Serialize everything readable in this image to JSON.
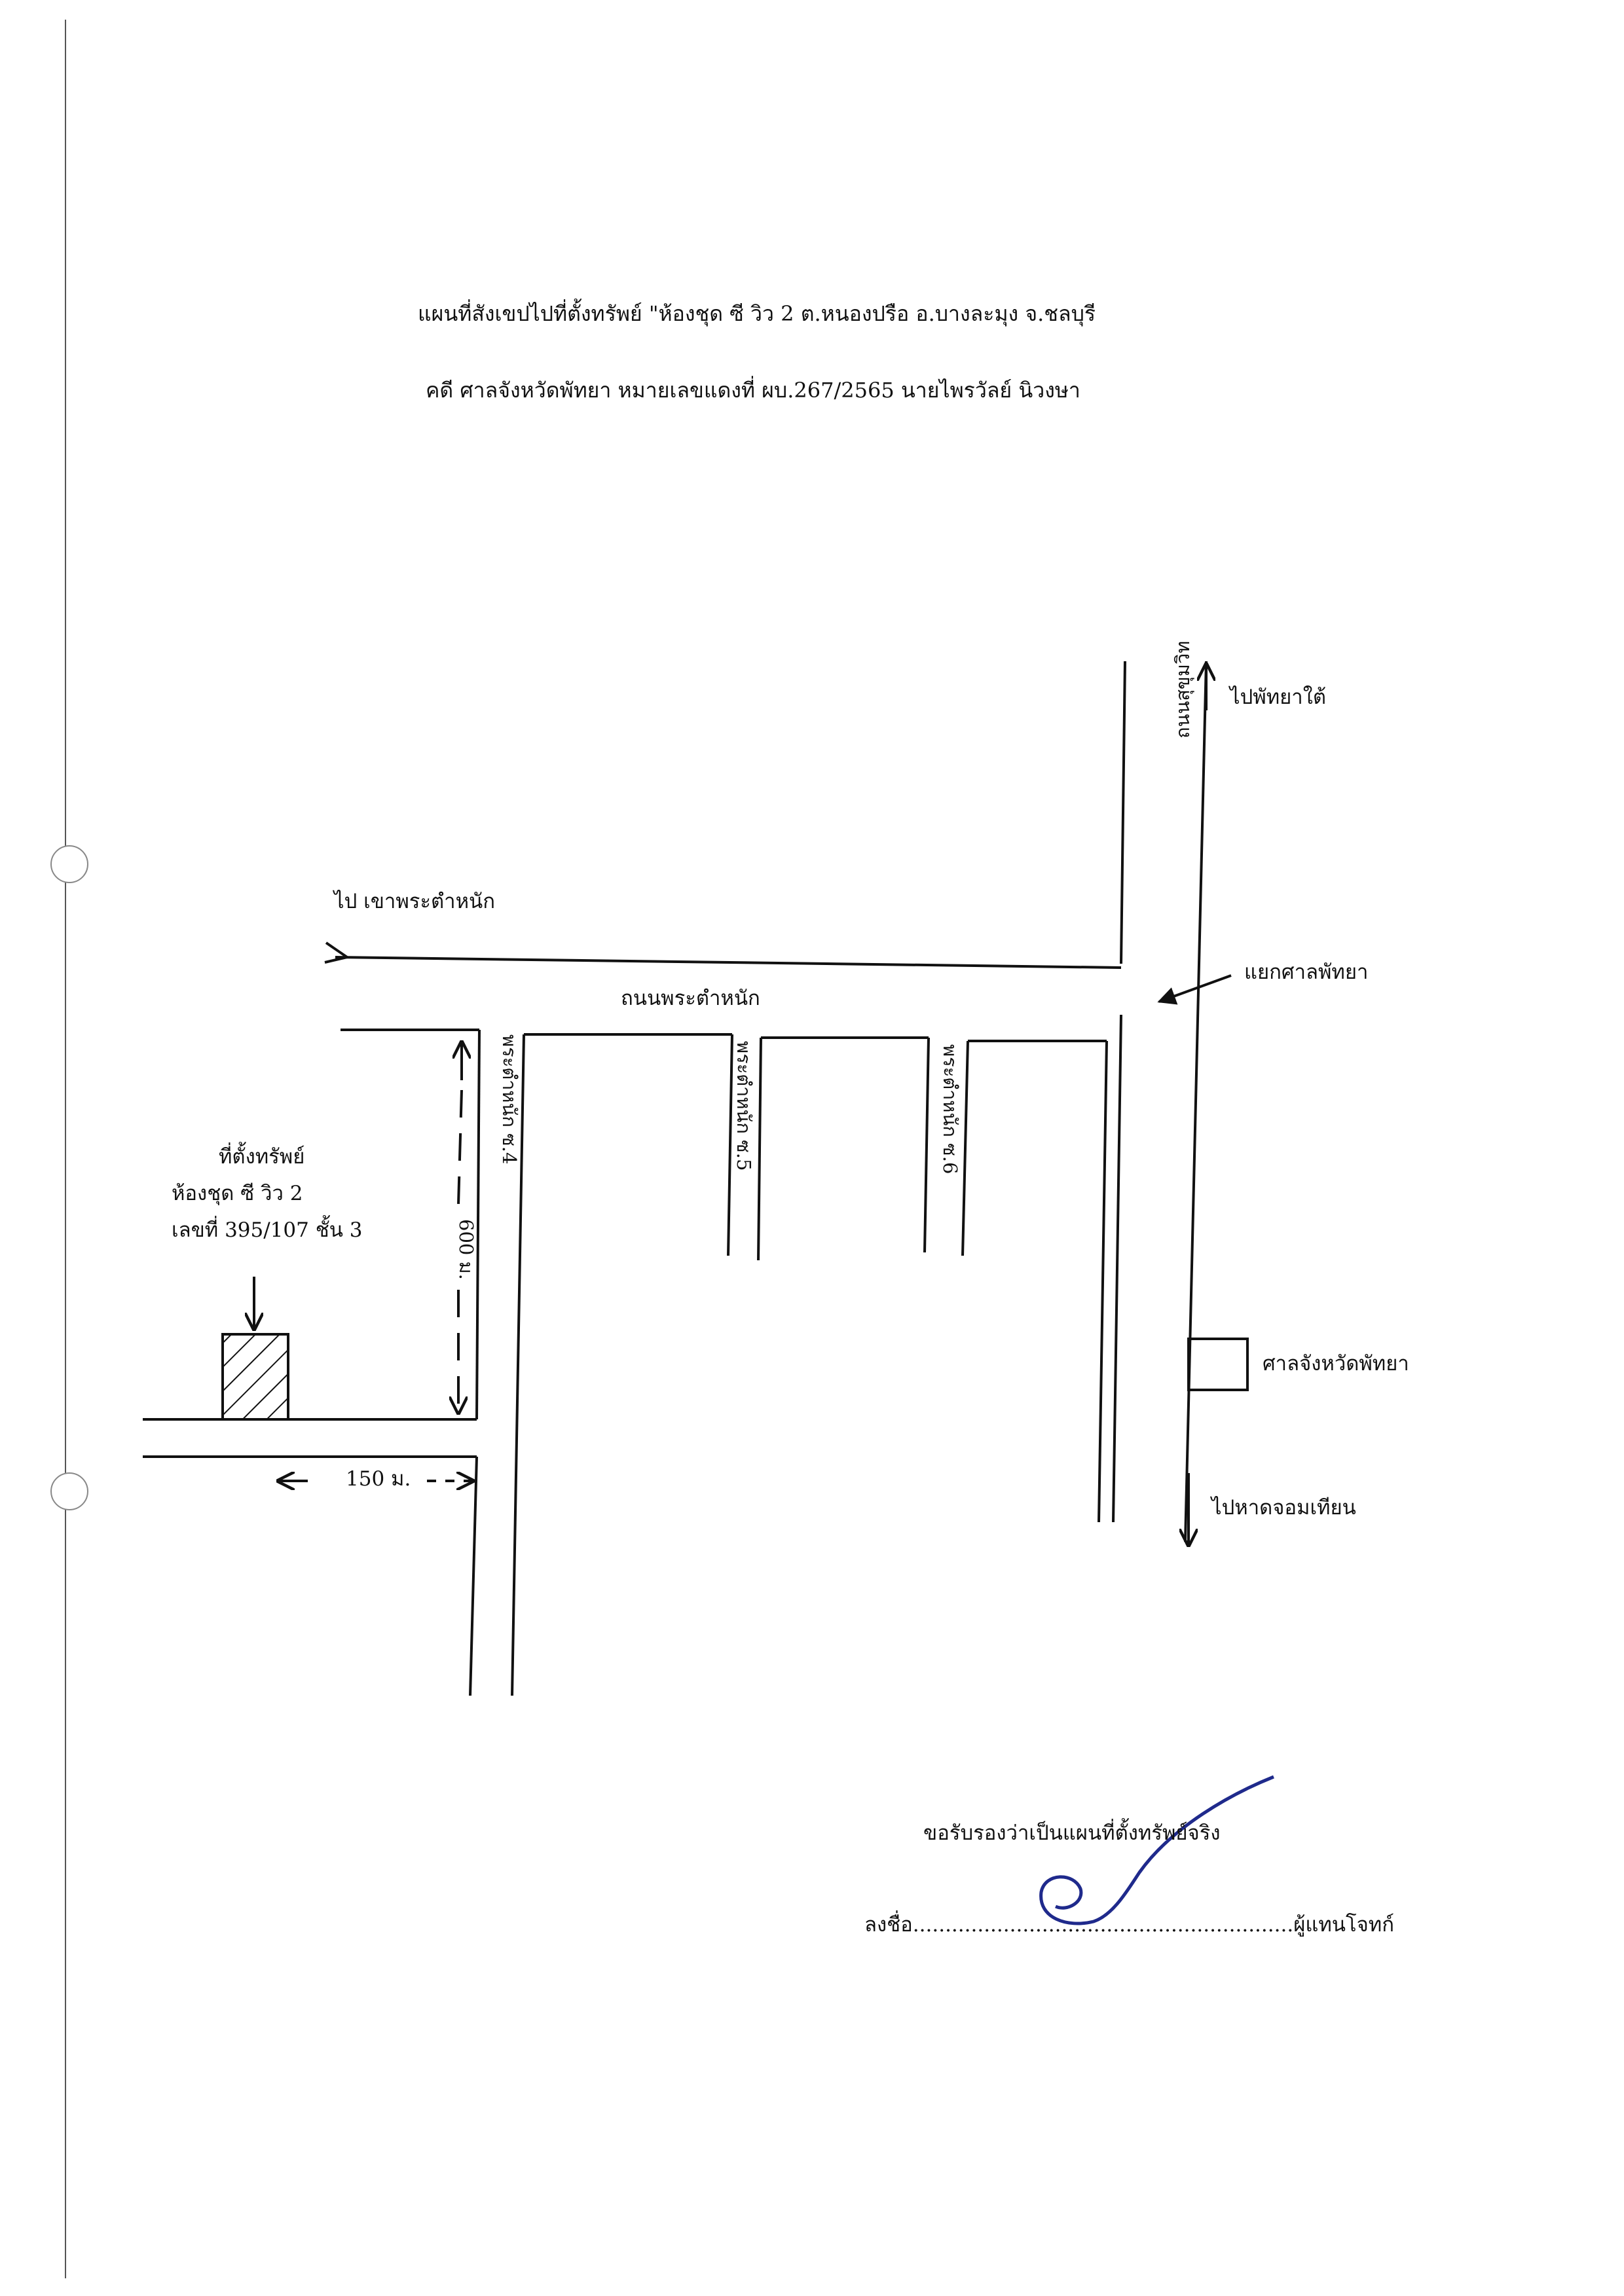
{
  "header": {
    "line1": "แผนที่สังเขปไปที่ตั้งทรัพย์ \"ห้องชุด ซี วิว 2 ต.หนองปรือ อ.บางละมุง จ.ชลบุรี",
    "line2": "คดี ศาลจังหวัดพัทยา หมายเลขแดงที่ ผบ.267/2565 นายไพรวัลย์ นิวงษา"
  },
  "map": {
    "to_pattaya_south": "ไปพัทยาใต้",
    "sukhumvit_road": "ถนนสุขุมวิท",
    "to_khao_phra_tamnak": "ไป เขาพระตำหนัก",
    "pattaya_court_junction": "แยกศาลพัทยา",
    "phra_tamnak_road": "ถนนพระตำหนัก",
    "soi_4": "พระตำหนัก ซ.4",
    "soi_5": "พระตำหนัก ซ.5",
    "soi_6": "พระตำหนัก ซ.6",
    "property_title": "ที่ตั้งทรัพย์",
    "property_name": "ห้องชุด ซี วิว 2",
    "property_unit": "เลขที่ 395/107 ชั้น 3",
    "distance_600": "600 ม.",
    "distance_150": "150 ม.",
    "pattaya_court": "ศาลจังหวัดพัทยา",
    "to_jomtien": "ไปหาดจอมเทียน"
  },
  "certification": {
    "statement": "ขอรับรองว่าเป็นแผนที่ตั้งทรัพย์จริง",
    "sign_prefix": "ลงชื่อ",
    "sign_dots": "...........................................................",
    "sign_suffix": "ผู้แทนโจทก์"
  }
}
